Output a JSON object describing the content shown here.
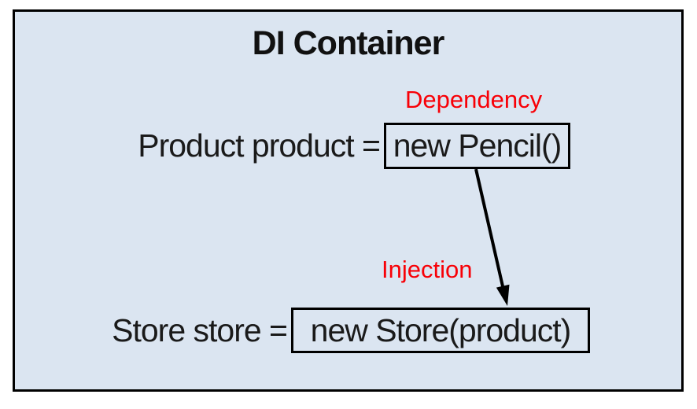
{
  "diagram": {
    "title": "DI Container",
    "dependency_label": "Dependency",
    "injection_label": "Injection",
    "product_statement": {
      "lhs": "Product product =",
      "box": "new Pencil()"
    },
    "store_statement": {
      "lhs": "Store store =",
      "box": "new Store(product)"
    },
    "colors": {
      "container_fill": "#dbe5f1",
      "border": "#000000",
      "label_red": "#f80007",
      "text": "#1a1a1a"
    }
  }
}
